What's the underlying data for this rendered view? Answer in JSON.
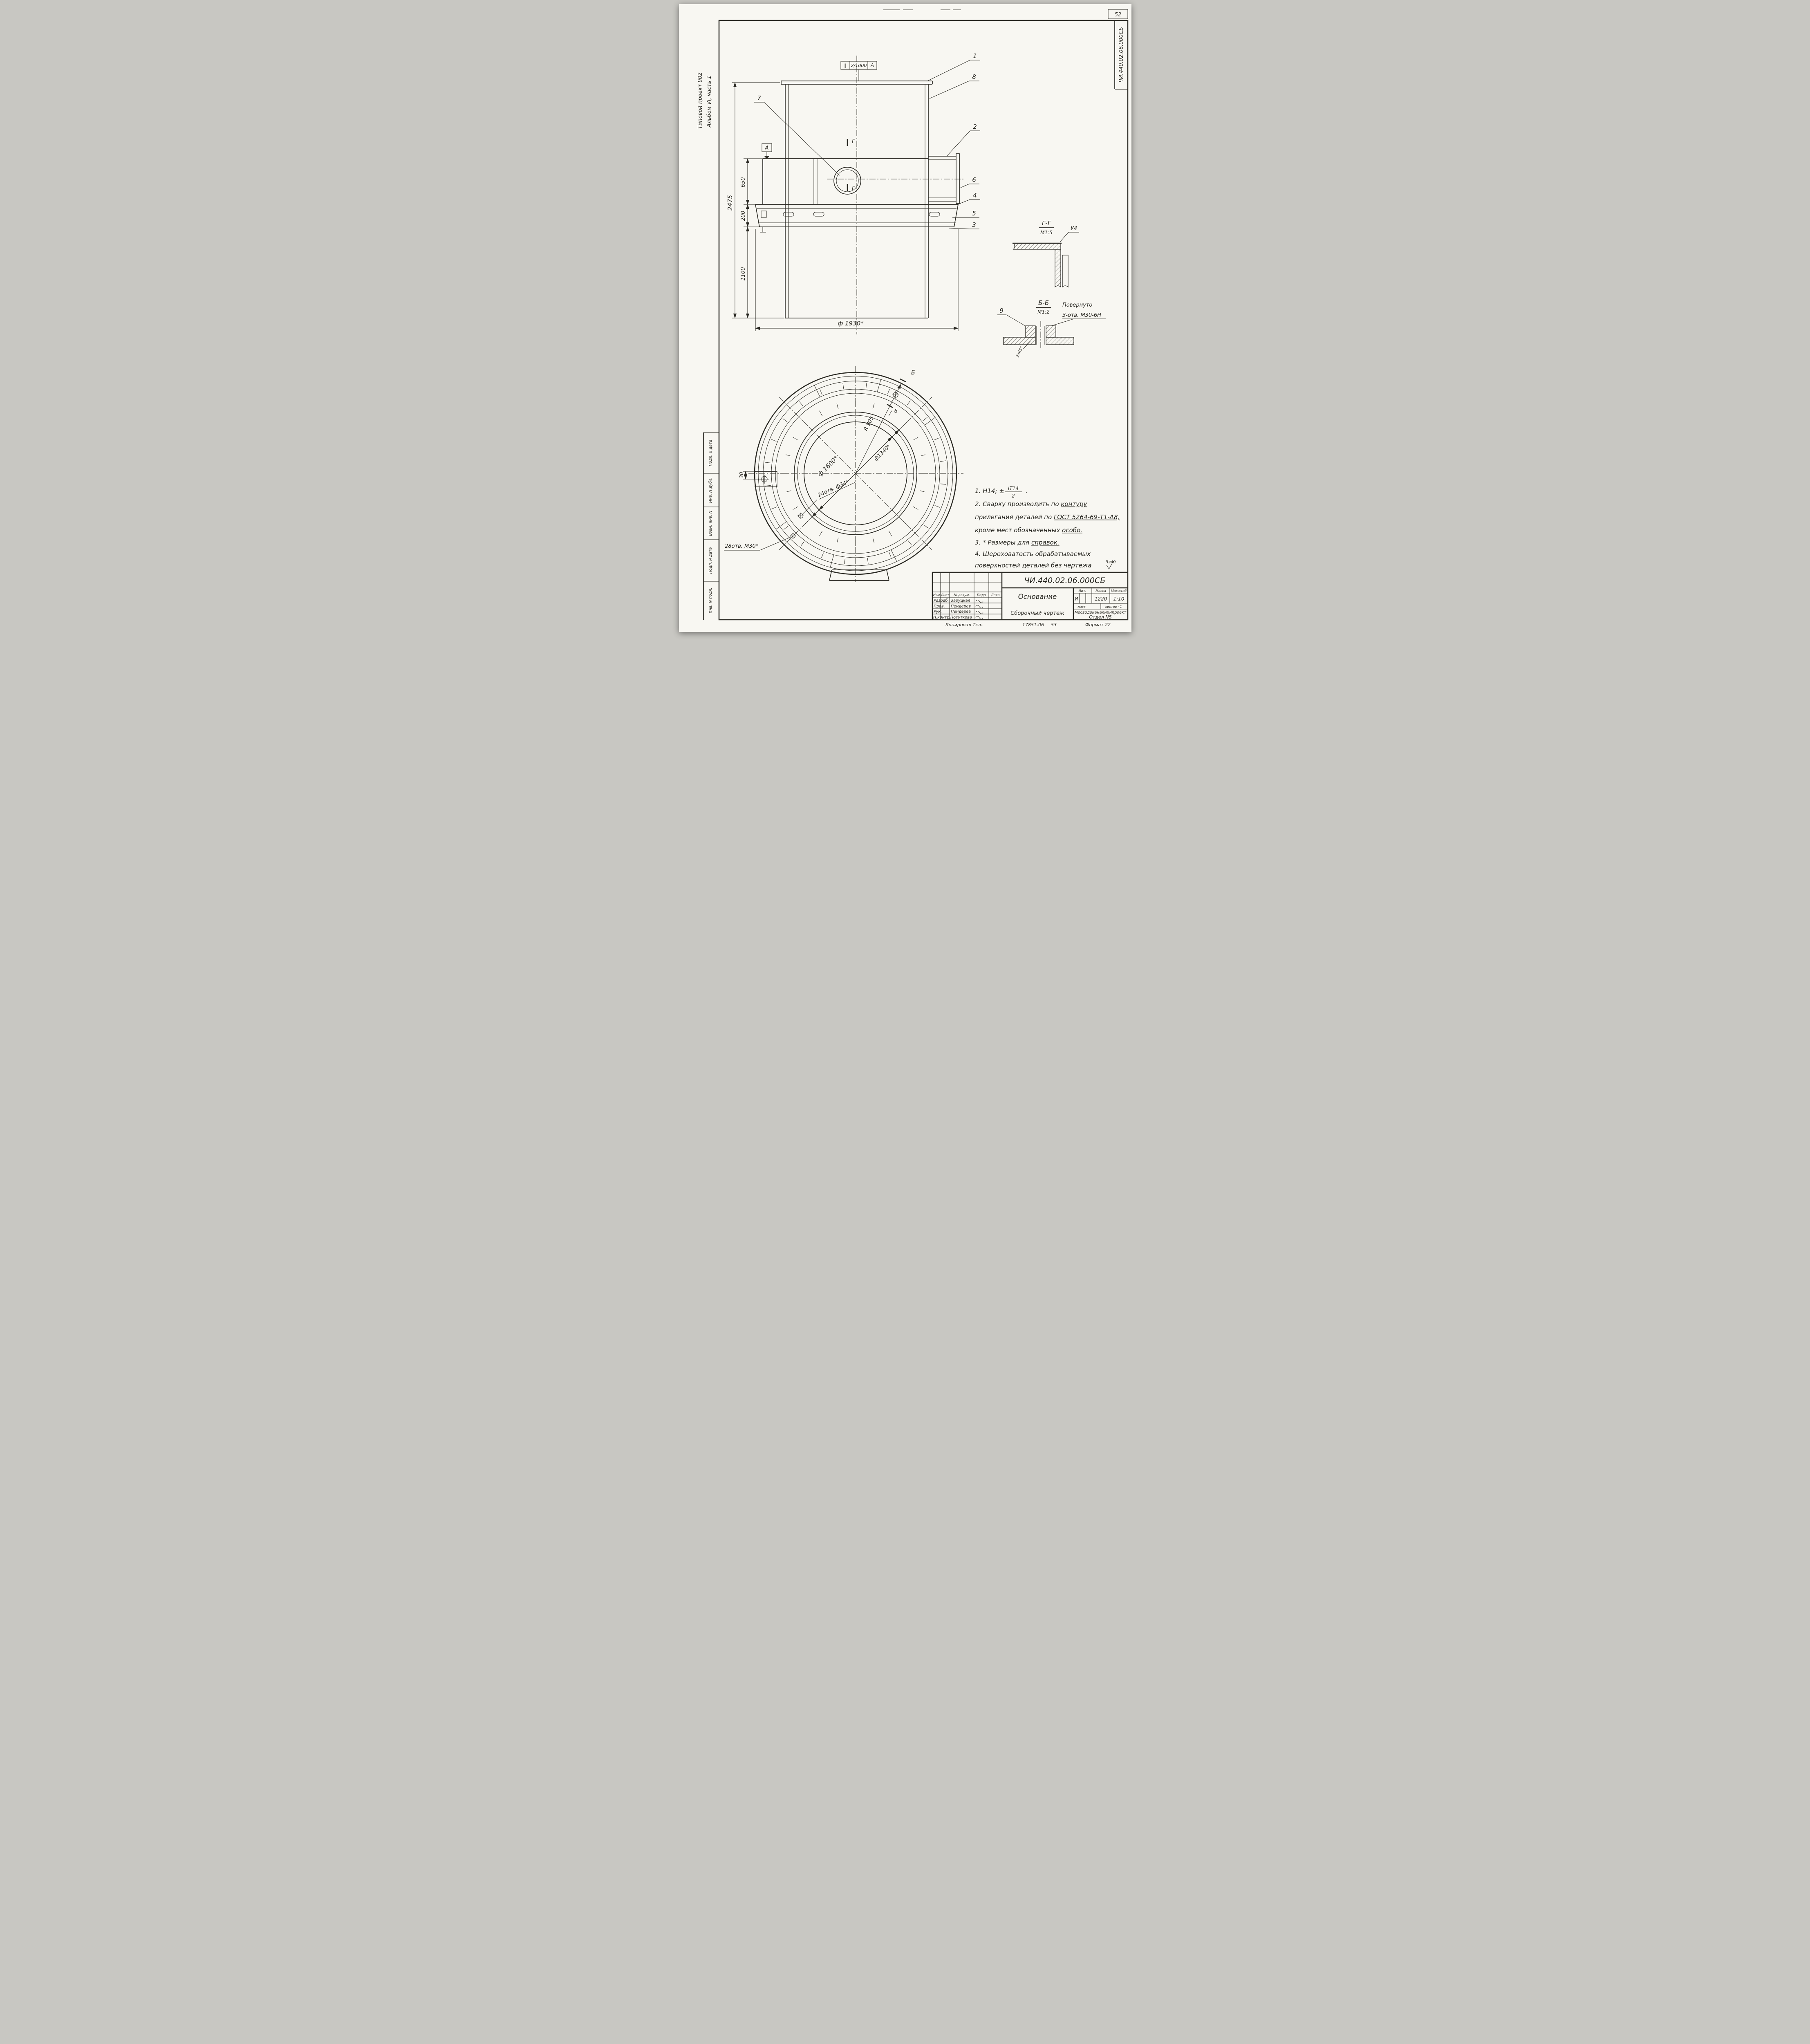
{
  "colors": {
    "ink": "#2a2923",
    "paper": "#f8f7f2"
  },
  "page": {
    "number": "52",
    "doc_code_vertical": "ЧИ.440.02.06.000СБ",
    "margin_top_line1": "Типовой проект 902",
    "margin_top_line2": "Альбом VI, часть 1",
    "margin_cells": {
      "c1": "Инв. N подл.",
      "c2": "Подп. и дата",
      "c3": "Взам. инв. N",
      "c4": "Инв. N дубл.",
      "c5": "Подп. и дата"
    }
  },
  "front_view": {
    "flag_symbol": "∥",
    "flag_value": "2/1000",
    "flag_datum": "А",
    "datum_letter": "А",
    "sec_g_top": "Г",
    "sec_g_bottom": "Г",
    "dim_2475": "2475",
    "dim_650": "650",
    "dim_200": "200",
    "dim_1100": "1100",
    "dim_dia": "ф 1930*",
    "callout_1": "1",
    "callout_8": "8",
    "callout_7": "7",
    "callout_2": "2",
    "callout_6": "6",
    "callout_4": "4",
    "callout_5": "5",
    "callout_3": "3"
  },
  "section_gg": {
    "title": "Г-Г",
    "scale": "М1:5",
    "callout": "У4"
  },
  "section_bb": {
    "title": "Б-Б",
    "scale": "М1:2",
    "rotated": "Повернуто",
    "holes": "3-отв. М30-6Н",
    "callout": "9",
    "chamfer": "2x45°"
  },
  "plan_view": {
    "dia_1600": "ф 1600*",
    "dia_1340": "ф1340*",
    "radius": "R 905",
    "holes_34": "24отв. ф34*",
    "holes_m30": "28отв. М30*",
    "dim_30": "30",
    "sec_b_outer": "Б",
    "sec_b_inner": "б"
  },
  "notes": {
    "n1_pre": "1. Н14; ±",
    "n1_num": "IT14",
    "n1_den": "2",
    "n1_post": ".",
    "n2a": "2. Сварку производить по ",
    "n2b": "контуру",
    "n3a": "прилегания деталей по ",
    "n3b": "ГОСТ 5264-69-Т1-Δ8,",
    "n4a": "кроме мест обозначенных ",
    "n4b": "особо.",
    "n5a": "3. * Размеры для ",
    "n5b": "справок.",
    "n6": "4. Шероховатость обрабатываемых",
    "n7": "поверхностей деталей без чертежа",
    "n7_rough": "Rz40"
  },
  "title_block": {
    "doc_code": "ЧИ.440.02.06.000СБ",
    "col_izm": "Изм",
    "col_list": "Лист",
    "col_doc": "№ докум.",
    "col_sign": "Подп",
    "col_date": "Дата",
    "row1_role": "Разраб.",
    "row1_name": "Заруцкая",
    "row2_role": "Пров.",
    "row2_name": "Пендерев",
    "row3_role": "Рук.",
    "row3_name": "Пендерев",
    "row4_role": "Н.контр.",
    "row4_name": "Потуткова",
    "title": "Основание",
    "subtitle": "Сборочный чертеж",
    "lit_label": "Лит.",
    "mass_label": "Масса",
    "scale_label": "Масштаб",
    "lit_value": "И",
    "mass_value": "1220",
    "scale_value": "1:10",
    "sheet_label": "лист",
    "sheets_label": "листов · 1",
    "org_line1": "Мосводоканалниипроект",
    "org_line2": "Отдел N5"
  },
  "footer": {
    "copied": "Копировал Ткл-",
    "num1": "17851-06",
    "num2": "53",
    "format": "Формат 22"
  }
}
